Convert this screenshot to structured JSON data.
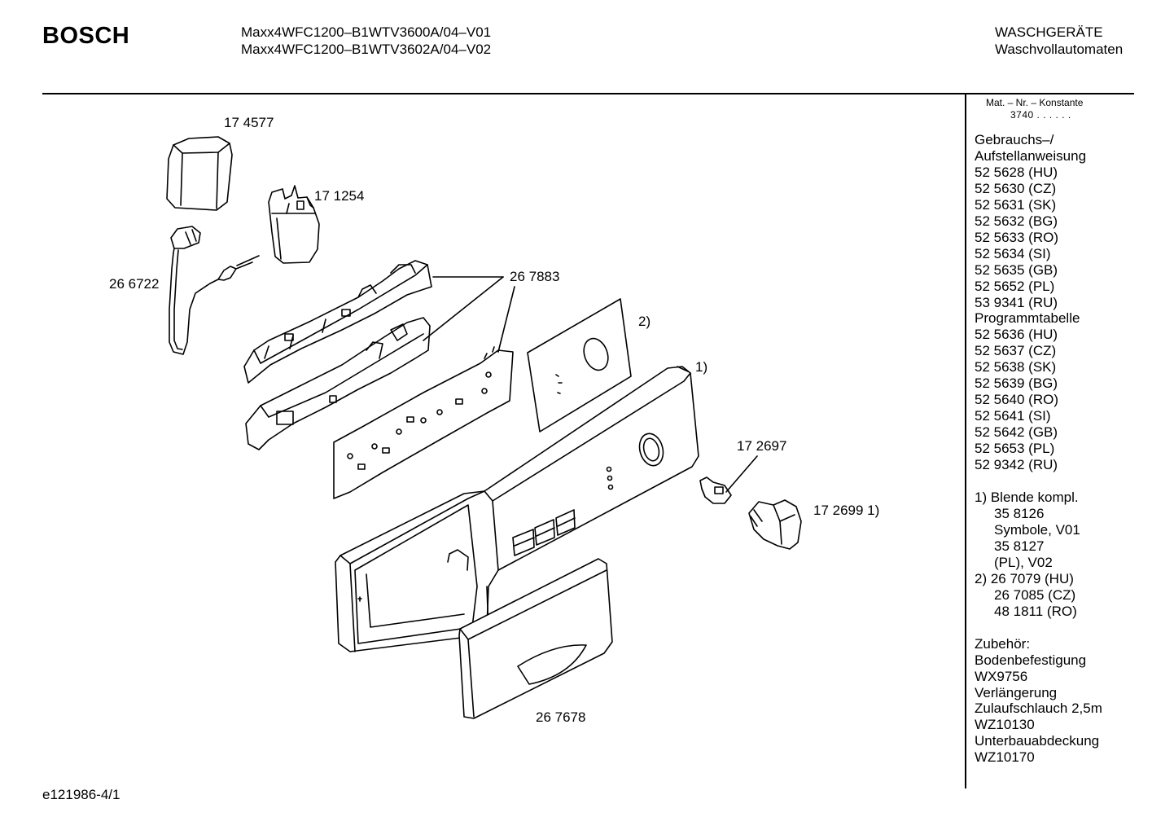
{
  "header": {
    "brand": "BOSCH",
    "models": [
      "Maxx4WFC1200–B1WTV3600A/04–V01",
      "Maxx4WFC1200–B1WTV3602A/04–V02"
    ],
    "category": [
      "WASCHGERÄTE",
      "Waschvollautomaten"
    ]
  },
  "sidebar": {
    "mat_header": "Mat. – Nr. – Konstante",
    "konstante": "3740 . . . . . .",
    "anleitung_title": [
      "Gebrauchs–/",
      "Aufstellanweisung"
    ],
    "anleitung": [
      "52 5628 (HU)",
      "52 5630 (CZ)",
      "52 5631 (SK)",
      "52 5632 (BG)",
      "52 5633 (RO)",
      "52 5634 (SI)",
      "52 5635 (GB)",
      "52 5652 (PL)",
      "53 9341 (RU)"
    ],
    "programm_title": "Programmtabelle",
    "programm": [
      "52 5636 (HU)",
      "52 5637 (CZ)",
      "52 5638 (SK)",
      "52 5639 (BG)",
      "52 5640 (RO)",
      "52 5641 (SI)",
      "52 5642 (GB)",
      "52 5653 (PL)",
      "52 9342 (RU)"
    ],
    "note1": [
      "1) Blende kompl.",
      "35 8126",
      "Symbole, V01",
      "35 8127",
      "(PL), V02"
    ],
    "note2": [
      "2) 26 7079 (HU)",
      "26 7085 (CZ)",
      "48 1811 (RO)"
    ],
    "zubehoer": [
      "Zubehör:",
      "Bodenbefestigung",
      "WX9756",
      "Verlängerung",
      "Zulaufschlauch 2,5m",
      "WZ10130",
      "Unterbauabdeckung",
      "WZ10170"
    ]
  },
  "parts": {
    "p174577": "17 4577",
    "p171254": "17 1254",
    "p266722": "26 6722",
    "p267883": "26 7883",
    "note2": "2)",
    "note1": "1)",
    "p172697": "17 2697",
    "p172699": "17 2699 1)",
    "p267678": "26 7678"
  },
  "footer": {
    "code": "e121986-4/1"
  }
}
